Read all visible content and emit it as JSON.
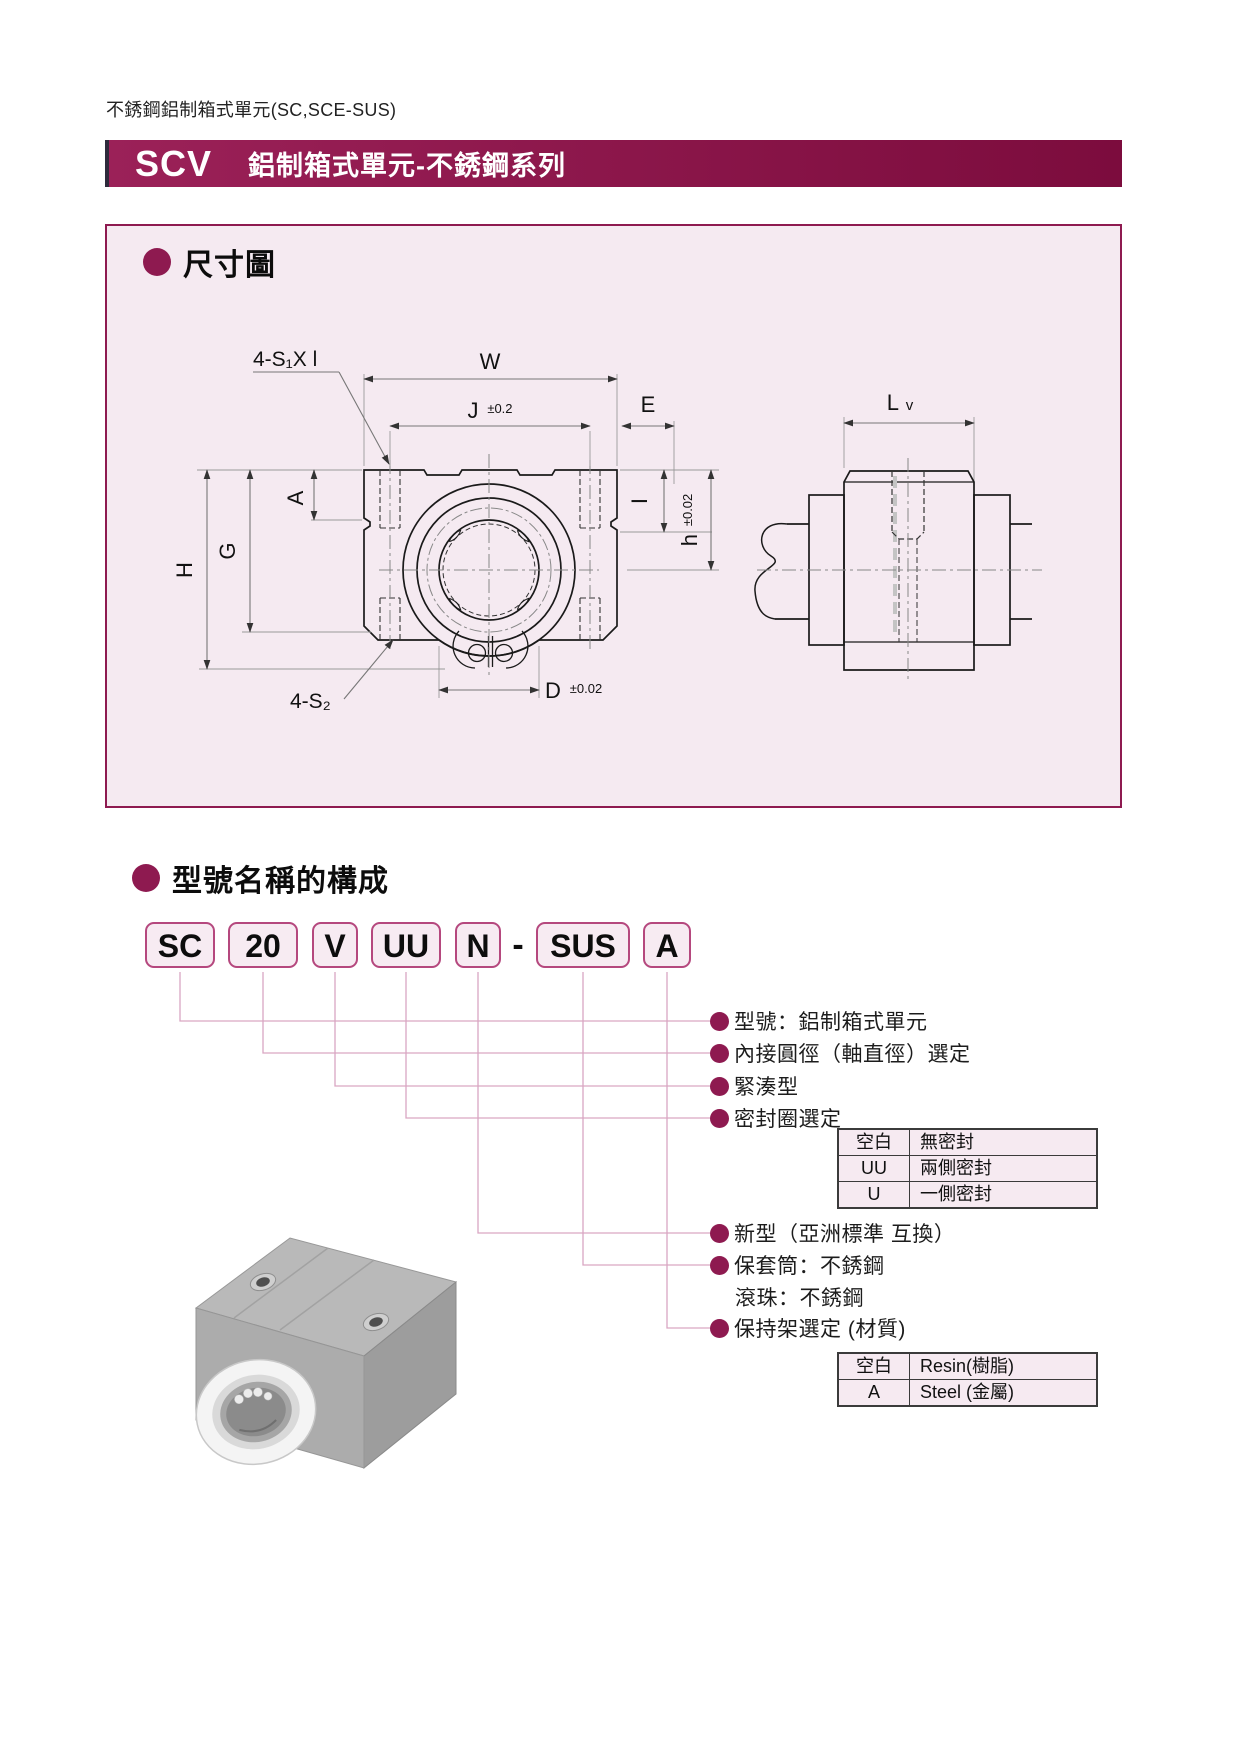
{
  "page": {
    "header_note": "不銹鋼鋁制箱式單元(SC,SCE-SUS)",
    "series_code": "SCV",
    "series_title": "鋁制箱式單元-不銹鋼系列"
  },
  "colors": {
    "accent": "#8E1A50",
    "bar_gradient_start": "#9B2158",
    "bar_gradient_end": "#7C0C3D",
    "panel_bg": "#F5EAF1",
    "box_border": "#B5487E",
    "connector": "#D9A6C2",
    "table_bg": "#F6EAF1"
  },
  "sections": {
    "dimension_heading": "尺寸圖",
    "model_heading": "型號名稱的構成"
  },
  "drawing": {
    "labels": {
      "corner_screws_top": "4-S₁X l",
      "corner_screws_bottom": "4-S₂",
      "width": "W",
      "j": "J",
      "j_tol": "±0.2",
      "e": "E",
      "a": "A",
      "g": "G",
      "h_total": "H",
      "i": "I",
      "h_center": "h",
      "h_center_tol": "±0.02",
      "bore": "D",
      "bore_tol": "±0.02",
      "lv_main": "L",
      "lv_sub": "v"
    }
  },
  "model_code": {
    "separator": "-",
    "segments": [
      {
        "label": "SC"
      },
      {
        "label": "20"
      },
      {
        "label": "V"
      },
      {
        "label": "UU"
      },
      {
        "label": "N"
      },
      {
        "label": "SUS"
      },
      {
        "label": "A"
      }
    ]
  },
  "callouts": [
    {
      "text": "型號：鋁制箱式單元"
    },
    {
      "text": "內接圓徑（軸直徑）選定"
    },
    {
      "text": "緊湊型"
    },
    {
      "text": "密封圈選定"
    },
    {
      "text": "新型（亞洲標準 互換）"
    },
    {
      "text": "保套筒：不銹鋼"
    },
    {
      "text": "滾珠：不銹鋼"
    },
    {
      "text": "保持架選定 (材質)"
    }
  ],
  "seal_table": {
    "rows": [
      [
        "空白",
        "無密封"
      ],
      [
        "UU",
        "兩側密封"
      ],
      [
        "U",
        "一側密封"
      ]
    ]
  },
  "retainer_table": {
    "rows": [
      [
        "空白",
        "Resin(樹脂)"
      ],
      [
        "A",
        "Steel (金屬)"
      ]
    ]
  }
}
